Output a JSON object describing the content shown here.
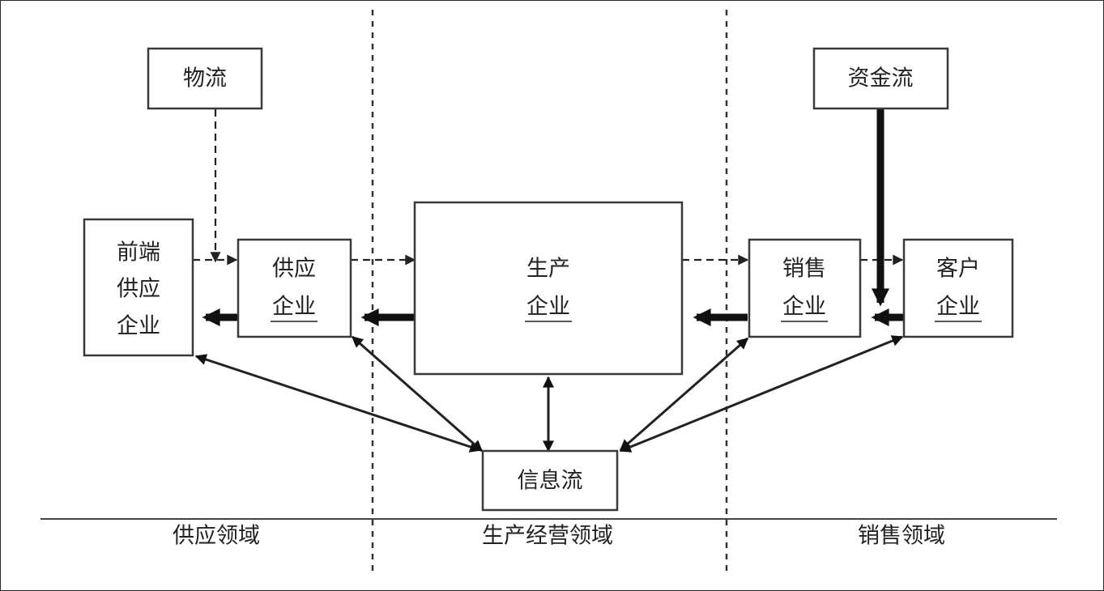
{
  "nodes": {
    "logistics_flow": {
      "lines": [
        "物流"
      ]
    },
    "capital_flow": {
      "lines": [
        "资金流"
      ]
    },
    "upstream_supplier": {
      "lines": [
        "前端",
        "供应",
        "企业"
      ]
    },
    "supplier": {
      "lines": [
        "供应",
        "企业"
      ]
    },
    "producer": {
      "lines": [
        "生产",
        "企业"
      ]
    },
    "seller": {
      "lines": [
        "销售",
        "企业"
      ]
    },
    "customer": {
      "lines": [
        "客户",
        "企业"
      ]
    },
    "information_flow": {
      "lines": [
        "信息流"
      ]
    }
  },
  "domains": {
    "supply": "供应领域",
    "production": "生产经营领域",
    "sales": "销售领域"
  },
  "colors": {
    "stroke": "#222222",
    "background": "#ffffff"
  }
}
